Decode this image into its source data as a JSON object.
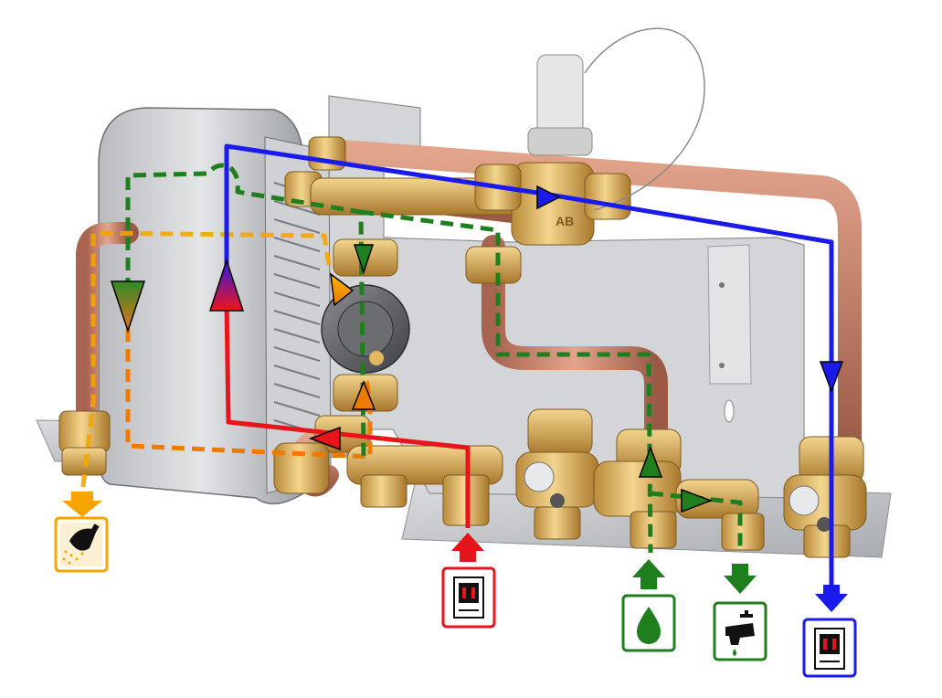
{
  "diagram": {
    "flows": [
      {
        "name": "heating-supply",
        "color": "#e8141b",
        "style": "solid",
        "icon": "heat-source-icon"
      },
      {
        "name": "heating-return",
        "color": "#1a1aeb",
        "style": "solid",
        "icon": "heat-source-icon"
      },
      {
        "name": "cold-water-inlet",
        "color": "#1f7f1f",
        "style": "dashed",
        "icon": "water-drop-icon"
      },
      {
        "name": "cold-water-outlet",
        "color": "#1f7f1f",
        "style": "dashed",
        "icon": "faucet-icon"
      },
      {
        "name": "hot-water-outlet",
        "color": "#f5a400",
        "style": "dashed",
        "icon": "shower-icon"
      },
      {
        "name": "dhw-circulation",
        "color": "#f07a00",
        "style": "dashed"
      }
    ],
    "colors": {
      "supply_red": "#e8141b",
      "return_blue": "#1a1aeb",
      "cold_green": "#1f7f1f",
      "hot_yellow": "#f5a400",
      "circ_orange": "#f07a00",
      "copper": "#c8826a",
      "brass": "#e0b860",
      "plate_grey": "#c7c9cc"
    },
    "components": [
      "plate-heat-exchanger",
      "circulation-pump",
      "thermostatic-valve",
      "mounting-bracket",
      "copper-pipework"
    ],
    "valve_label": "AB"
  }
}
